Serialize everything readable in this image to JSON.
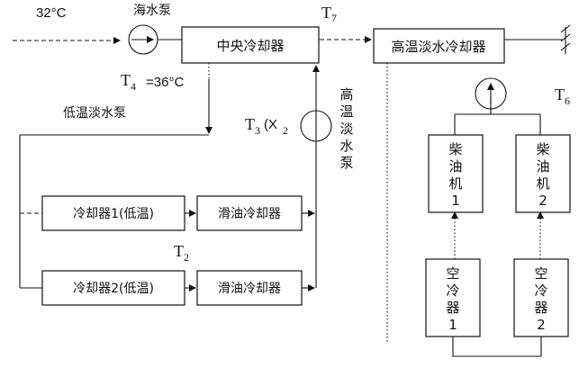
{
  "labels": {
    "temp_in": "32°C",
    "seawater_pump": "海水泵",
    "t7": "T",
    "t7_sub": "7",
    "t4": "T",
    "t4_sub": "4",
    "t4_value": "=36°C",
    "lt_pump": "低温淡水泵",
    "t3": "T",
    "t3_sub": "3",
    "x2": "(X",
    "x2_sub": "2",
    "ht_pump": [
      "高",
      "温",
      "淡",
      "水",
      "泵"
    ],
    "t2": "T",
    "t2_sub": "2",
    "t6": "T",
    "t6_sub": "6"
  },
  "boxes": {
    "central_cooler": "中央冷却器",
    "ht_cooler": "高温淡水冷却器",
    "cooler1": "冷却器1(低温)",
    "cooler2": "冷却器2(低温)",
    "lube1": "滑油冷却器",
    "lube2": "滑油冷却器",
    "diesel1": [
      "柴",
      "油",
      "机",
      "1"
    ],
    "diesel2": [
      "柴",
      "油",
      "机",
      "2"
    ],
    "aircool1": [
      "空",
      "冷",
      "器",
      "1"
    ],
    "aircool2": [
      "空",
      "冷",
      "器",
      "2"
    ]
  }
}
